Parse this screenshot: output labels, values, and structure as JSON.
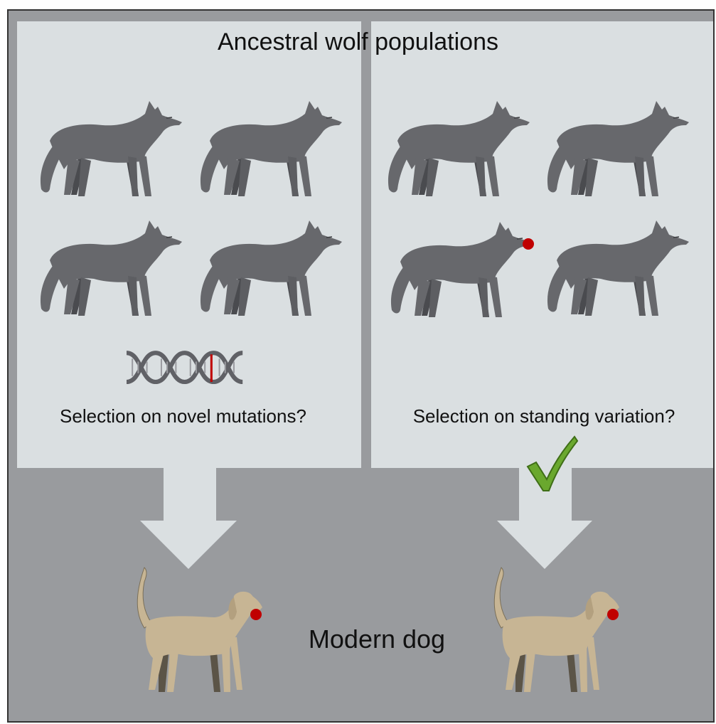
{
  "figure": {
    "title": "Ancestral wolf populations",
    "left_panel": {
      "caption": "Selection on novel mutations?"
    },
    "right_panel": {
      "caption": "Selection on standing variation?"
    },
    "bottom": {
      "caption": "Modern dog"
    }
  },
  "colors": {
    "frame": "#333333",
    "bottom_background": "#999b9e",
    "panel_background": "#dadfe1",
    "wolf": "#67686c",
    "dog": "#c7b594",
    "red_ball": "#c00000",
    "check": "#6aa82e"
  },
  "icons": [
    "wolf-icon",
    "dog-icon",
    "dna-icon",
    "checkmark-icon",
    "red-ball-icon",
    "arrow-icon"
  ]
}
